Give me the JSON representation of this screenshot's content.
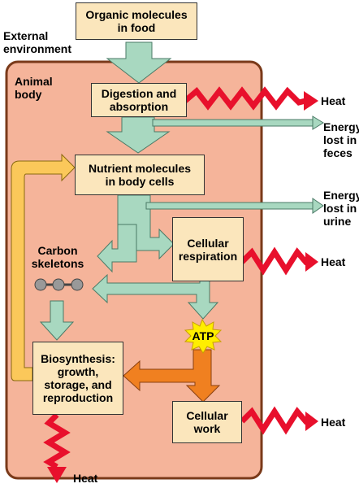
{
  "external_label": [
    "External",
    "environment"
  ],
  "animal_label": [
    "Animal",
    "body"
  ],
  "boxes": {
    "food": [
      "Organic molecules",
      "in food"
    ],
    "digestion": [
      "Digestion and",
      "absorption"
    ],
    "nutrients": [
      "Nutrient molecules",
      "in body cells"
    ],
    "respiration": [
      "Cellular",
      "respiration"
    ],
    "biosynthesis": [
      "Biosynthesis:",
      "growth,",
      "storage, and",
      "reproduction"
    ],
    "work": [
      "Cellular",
      "work"
    ]
  },
  "carbon_label": [
    "Carbon",
    "skeletons"
  ],
  "atp_label": "ATP",
  "heat_label": "Heat",
  "energy_feces": [
    "Energy",
    "lost in",
    "feces"
  ],
  "energy_urine": [
    "Energy",
    "lost in",
    "urine"
  ],
  "colors": {
    "body_fill": "#f5b49a",
    "body_border": "#7a3a1a",
    "box_fill": "#fbe6bc",
    "green_arrow": "#a8d8c0",
    "heat_red": "#e8102c",
    "orange_arrow": "#f08020",
    "yellow_arrow": "#fbc85a",
    "atp_star": "#ffee00"
  }
}
